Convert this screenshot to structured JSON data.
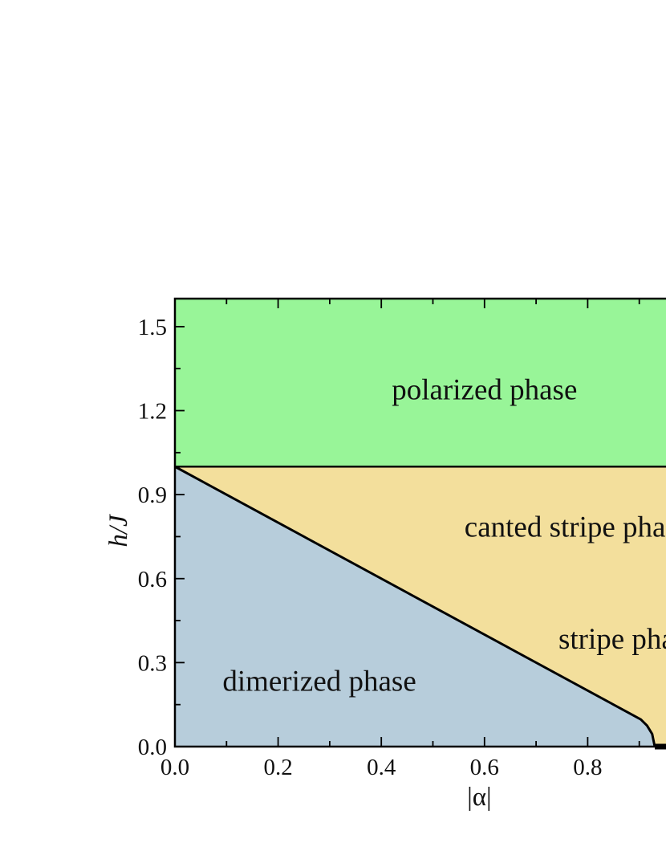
{
  "chart_data": {
    "type": "area",
    "title": "",
    "xlabel": "|α|",
    "ylabel": "h/J",
    "xlim": [
      0,
      1.0
    ],
    "ylim": [
      0,
      1.6
    ],
    "x_ticks": [
      0.0,
      0.2,
      0.4,
      0.6,
      0.8
    ],
    "y_ticks": [
      0.0,
      0.3,
      0.6,
      0.9,
      1.2,
      1.5
    ],
    "x_tick_labels": [
      "0.0",
      "0.2",
      "0.4",
      "0.6",
      "0.8"
    ],
    "y_tick_labels": [
      "0.0",
      "0.3",
      "0.6",
      "0.9",
      "1.2",
      "1.5"
    ],
    "grid": false,
    "regions": [
      {
        "label": "polarized phase",
        "color": "#98f598",
        "label_at": [
          0.6,
          1.24
        ]
      },
      {
        "label": "canted stripe phase",
        "color": "#f3df9c",
        "label_at": [
          0.78,
          0.75
        ]
      },
      {
        "label": "stripe phase",
        "color": "#f3df9c",
        "label_at": [
          0.88,
          0.35
        ]
      },
      {
        "label": "dimerized phase",
        "color": "#b7cddb",
        "label_at": [
          0.28,
          0.2
        ]
      }
    ],
    "boundaries": {
      "saturation": {
        "x": [
          0.0,
          1.0
        ],
        "y": [
          1.0,
          1.0
        ]
      },
      "dimer_canted": {
        "x": [
          0.0,
          0.883,
          0.903,
          0.915,
          0.925,
          0.93
        ],
        "y": [
          1.0,
          0.117,
          0.097,
          0.075,
          0.045,
          0.0
        ]
      },
      "stripe_line": {
        "x": [
          0.93,
          1.0
        ],
        "y": [
          0.0,
          0.0
        ]
      }
    }
  }
}
